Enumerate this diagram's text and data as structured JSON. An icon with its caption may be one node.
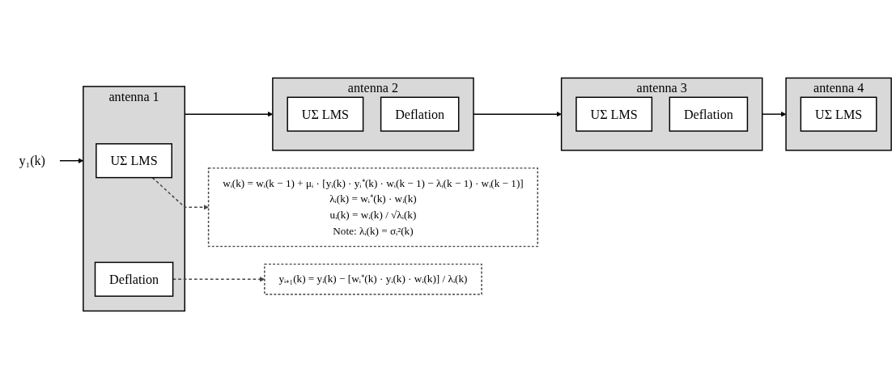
{
  "diagram": {
    "nodes": [
      {
        "text": [
          "antenna 1"
        ]
      },
      {
        "text": [
          "UΣ LMS"
        ],
        "in": 0
      },
      {
        "text": [
          "Deflation"
        ],
        "in": 0
      },
      {
        "text": [
          "antenna 2"
        ]
      },
      {
        "text": [
          "UΣ LMS"
        ],
        "in": 3
      },
      {
        "text": [
          "Deflation"
        ],
        "in": 3
      },
      {
        "text": [
          "antenna 3"
        ]
      },
      {
        "text": [
          "UΣ LMS"
        ],
        "in": 6
      },
      {
        "text": [
          "Deflation"
        ],
        "in": 6
      },
      {
        "text": [
          "antenna 4"
        ]
      },
      {
        "text": [
          "UΣ LMS"
        ],
        "in": 9
      },
      {
        "text": [
          "wᵢ(k) = wᵢ(k − 1) + μᵢ · [yᵢ(k) · yᵢ⁺(k) · wᵢ(k − 1) − λᵢ(k − 1) · wᵢ(k − 1)]",
          "λᵢ(k) = wᵢ⁺(k) · wᵢ(k)",
          "uᵢ(k) = wᵢ(k) / √λᵢ(k)",
          "Note: λᵢ(k) = σᵢ²(k)"
        ]
      },
      {
        "text": [
          "yᵢ₊₁(k) = yᵢ(k) − [wᵢ⁺(k) · yᵢ(k) · wᵢ(k)] / λᵢ(k)"
        ]
      },
      {
        "text": [
          "y₁(k)"
        ]
      }
    ],
    "edges": [
      {
        "from": 13,
        "to": 0,
        "arrow": "to"
      },
      {
        "from": 0,
        "to": 3,
        "arrow": "to"
      },
      {
        "from": 3,
        "to": 6,
        "arrow": "to"
      },
      {
        "from": 6,
        "to": 9,
        "arrow": "to"
      },
      {
        "from": 1,
        "to": 11,
        "arrow": "to",
        "style": "dashed"
      },
      {
        "from": 2,
        "to": 12,
        "arrow": "to",
        "style": "dashed"
      }
    ]
  }
}
